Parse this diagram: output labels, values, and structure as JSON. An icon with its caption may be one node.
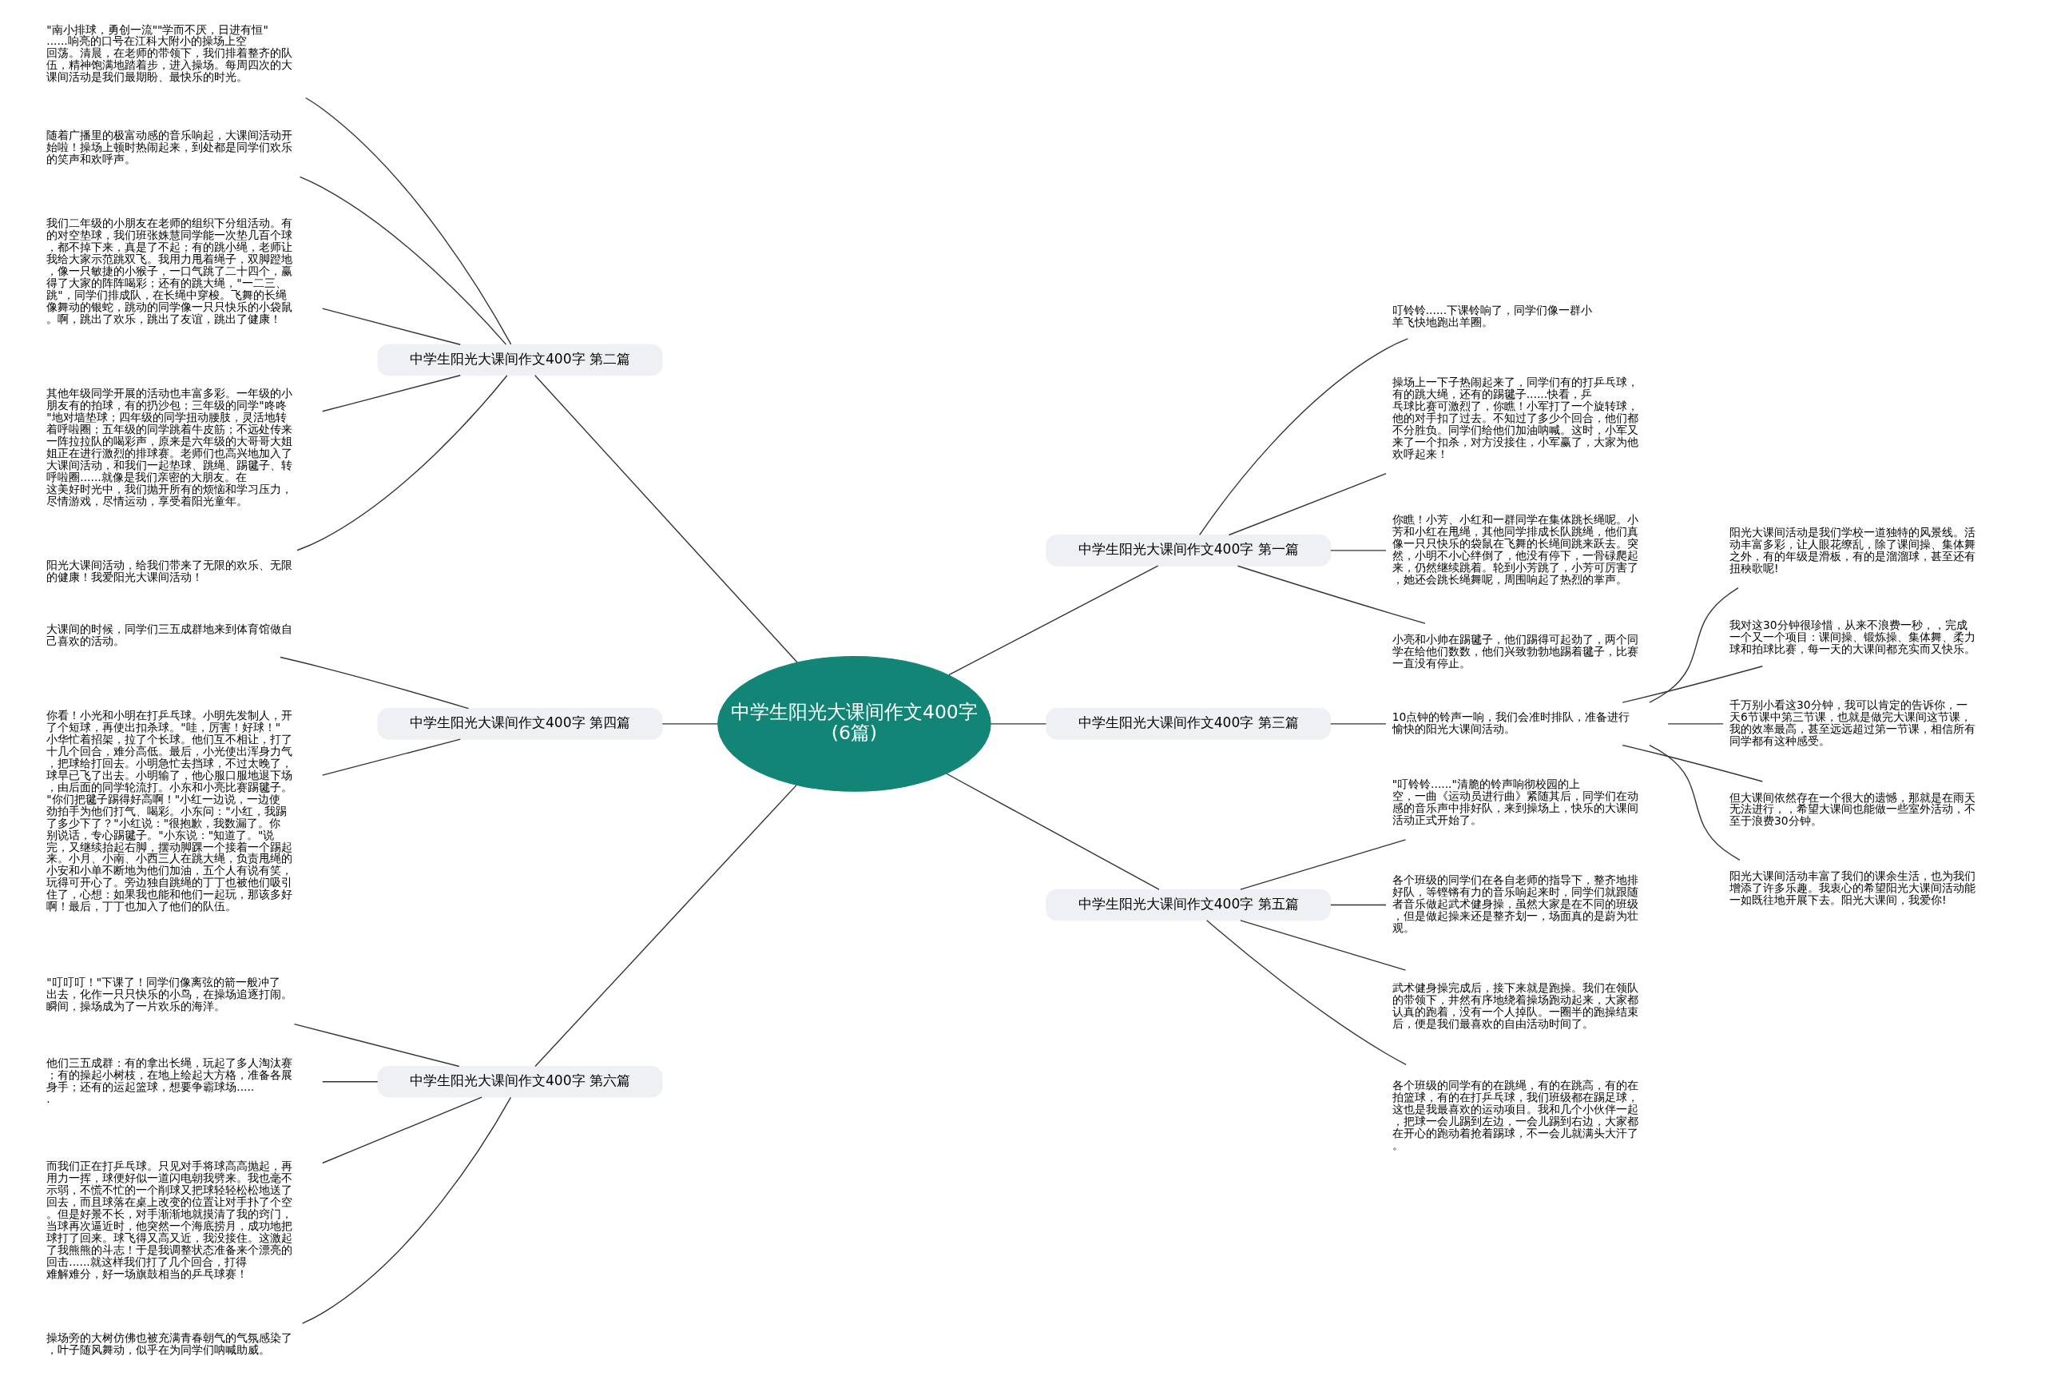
{
  "diagram": {
    "nodes": [
      {
        "text": [
          "中学生阳光大课间作文400字(6篇)"
        ]
      },
      {
        "text": [
          "中学生阳光大课间作文400字 第一篇"
        ]
      },
      {
        "text": [
          "叮铃铃......下课铃响了，同学们像一群小羊飞快地跑出羊圈。"
        ]
      },
      {
        "text": [
          "操场上一下子热闹起来了，同学们有的打乒乓球，有的跳大绳，还有的踢毽子......快看，乒乓球比赛可激烈了，你瞧！小军打了一个旋转球，他的对手扣了过去。不知过了多少个回合，他们都不分胜负。同学们给他们加油呐喊。这时，小军又来了一个扣杀，对方没接住，小军赢了，大家为他欢呼起来！"
        ]
      },
      {
        "text": [
          "你瞧！小芳、小红和一群同学在集体跳长绳呢。小芳和小红在甩绳，其他同学排成长队跳绳，他们真像一只只快乐的袋鼠在飞舞的长绳间跳来跃去。突然，小明不小心绊倒了，他没有停下，一骨碌爬起来，仍然继续跳着。轮到小芳跳了，小芳可厉害了，她还会跳长绳舞呢，周围响起了热烈的掌声。"
        ]
      },
      {
        "text": [
          "小亮和小帅在踢毽子，他们踢得可起劲了，两个同学在给他们数数，他们兴致勃勃地踢着毽子，比赛一直没有停止。"
        ]
      },
      {
        "text": [
          "中学生阳光大课间作文400字 第三篇"
        ]
      },
      {
        "text": [
          "10点钟的铃声一响，我们会准时排队，准备进行愉快的阳光大课间活动。"
        ]
      },
      {
        "text": [
          "阳光大课间活动是我们学校一道独特的风景线。活动丰富多彩，让人眼花缭乱，除了课间操、集体舞之外，有的年级是滑板，有的是溜溜球，甚至还有扭秧歌呢!"
        ]
      },
      {
        "text": [
          "我对这30分钟很珍惜，从来不浪费一秒，，完成一个又一个项目：课间操、锻炼操、集体舞、柔力球和拍球比赛，每一天的大课间都充实而又快乐。"
        ]
      },
      {
        "text": [
          "千万别小看这30分钟，我可以肯定的告诉你，一天6节课中第三节课，也就是做完大课间这节课，我的效率最高，甚至远远超过第一节课，相信所有同学都有这种感受。"
        ]
      },
      {
        "text": [
          "但大课间依然存在一个很大的遗憾，那就是在雨天无法进行，，希望大课间也能做一些室外活动，不至于浪费30分钟。"
        ]
      },
      {
        "text": [
          "阳光大课间活动丰富了我们的课余生活，也为我们增添了许多乐趣。我衷心的希望阳光大课间活动能一如既往地开展下去。阳光大课间，我爱你!"
        ]
      },
      {
        "text": [
          "中学生阳光大课间作文400字 第五篇"
        ]
      },
      {
        "text": [
          "\"叮铃铃......\"清脆的铃声响彻校园的上空，一曲《运动员进行曲》紧随其后，同学们在动感的音乐声中排好队，来到操场上，快乐的大课间活动正式开始了。"
        ]
      },
      {
        "text": [
          "各个班级的同学们在各自老师的指导下，整齐地排好队，等铿锵有力的音乐响起来时，同学们就跟随者音乐做起武术健身操，虽然大家是在不同的班级，但是做起操来还是整齐划一，场面真的是蔚为壮观。"
        ]
      },
      {
        "text": [
          "武术健身操完成后，接下来就是跑操。我们在领队的带领下，井然有序地绕着操场跑动起来，大家都认真的跑着，没有一个人掉队。一圈半的跑操结束后，便是我们最喜欢的自由活动时间了。"
        ]
      },
      {
        "text": [
          "各个班级的同学有的在跳绳，有的在跳高，有的在拍篮球，有的在打乒乓球，我们班级都在踢足球，这也是我最喜欢的运动项目。我和几个小伙伴一起，把球一会儿踢到左边，一会儿踢到右边，大家都在开心的跑动着抢着踢球，不一会儿就满头大汗了。"
        ]
      },
      {
        "text": [
          "中学生阳光大课间作文400字 第二篇"
        ]
      },
      {
        "text": [
          "\"南小排球，勇创一流\"\"学而不厌，日进有恒\"......响亮的口号在江科大附小的操场上空回荡。清晨，在老师的带领下，我们排着整齐的队伍，精神饱满地踏着步，进入操场。每周四次的大课间活动是我们最期盼、最快乐的时光。"
        ]
      },
      {
        "text": [
          "随着广播里的极富动感的音乐响起，大课间活动开始啦！操场上顿时热闹起来，到处都是同学们欢乐的笑声和欢呼声。"
        ]
      },
      {
        "text": [
          "我们二年级的小朋友在老师的组织下分组活动。有的对空垫球，我们班张姝慧同学能一次垫几百个球，都不掉下来，真是了不起；有的跳小绳，老师让我给大家示范跳双飞。我用力甩着绳子，双脚蹬地，像一只敏捷的小猴子，一口气跳了二十四个，赢得了大家的阵阵喝彩；还有的跳大绳，\"一二三、跳\"，同学们排成队，在长绳中穿梭。飞舞的长绳像舞动的银蛇，跳动的同学像一只只快乐的小袋鼠。啊，跳出了欢乐，跳出了友谊，跳出了健康！"
        ]
      },
      {
        "text": [
          "其他年级同学开展的活动也丰富多彩。一年级的小朋友有的拍球，有的扔沙包；三年级的同学\"咚咚\"地对墙垫球；四年级的同学扭动腰肢，灵活地转着呼啦圈；五年级的同学跳着牛皮筋；不远处传来一阵拉拉队的喝彩声，原来是六年级的大哥哥大姐姐正在进行激烈的排球赛。老师们也高兴地加入了大课间活动，和我们一起垫球、跳绳、踢毽子、转呼啦圈......就像是我们亲密的大朋友。在这美好时光中，我们抛开所有的烦恼和学习压力，尽情游戏，尽情运动，享受着阳光童年。"
        ]
      },
      {
        "text": [
          "阳光大课间活动，给我们带来了无限的欢乐、无限的健康！我爱阳光大课间活动！"
        ]
      },
      {
        "text": [
          "中学生阳光大课间作文400字 第四篇"
        ]
      },
      {
        "text": [
          "大课间的时候，同学们三五成群地来到体育馆做自己喜欢的活动。"
        ]
      },
      {
        "text": [
          "你看！小光和小明在打乒乓球。小明先发制人，开了个短球，再使出扣杀球。\"哇，厉害！好球！\"小华忙着招架，拉了个长球。他们互不相让，打了十几个回合，难分高低。最后，小光使出浑身力气，把球给打回去。小明急忙去挡球，不过太晚了，球早已飞了出去。小明输了，他心服口服地退下场，由后面的同学轮流打。小东和小亮比赛踢毽子。\"你们把毽子踢得好高啊！\"小红一边说，一边使劲拍手为他们打气、喝彩。小东问：\"小红，我踢了多少下了？\"小红说：\"很抱歉，我数漏了。你别说话，专心踢毽子。\"小东说：\"知道了。\"说完，又继续抬起右脚，摆动脚踝一个接着一个踢起来。小月、小南、小西三人在跳大绳，负责甩绳的小安和小单不断地为他们加油，五个人有说有笑，玩得可开心了。旁边独自跳绳的丁丁也被他们吸引住了，心想：如果我也能和他们一起玩，那该多好啊！最后，丁丁也加入了他们的队伍。"
        ]
      },
      {
        "text": [
          "中学生阳光大课间作文400字 第六篇"
        ]
      },
      {
        "text": [
          "\"叮叮叮！\"下课了！同学们像离弦的箭一般冲了出去，化作一只只快乐的小鸟，在操场追逐打闹。瞬间，操场成为了一片欢乐的海洋。"
        ]
      },
      {
        "text": [
          "他们三五成群：有的拿出长绳，玩起了多人淘汰赛；有的操起小树枝，在地上绘起大方格，准备各展身手；还有的运起篮球，想要争霸球场......"
        ]
      },
      {
        "text": [
          "而我们正在打乒乓球。只见对手将球高高抛起，再用力一挥，球便好似一道闪电朝我劈来。我也毫不示弱，不慌不忙的一个削球又把球轻轻松松地送了回去，而且球落在桌上改变的位置让对手扑了个空。但是好景不长，对手渐渐地就摸清了我的窍门，当球再次逼近时，他突然一个海底捞月，成功地把球打了回来。球飞得又高又近，我没接住。这激起了我熊熊的斗志！于是我调整状态准备来个漂亮的回击......就这样我们打了几个回合，打得难解难分，好一场旗鼓相当的乒乓球赛！"
        ]
      },
      {
        "text": [
          "操场旁的大树仿佛也被充满青春朝气的气氛感染了，叶子随风舞动，似乎在为同学们呐喊助威。"
        ]
      }
    ],
    "edges": [
      {
        "from": 0,
        "to": 1,
        "arrow": "none"
      },
      {
        "from": 1,
        "to": 2,
        "arrow": "none"
      },
      {
        "from": 1,
        "to": 3,
        "arrow": "none"
      },
      {
        "from": 1,
        "to": 4,
        "arrow": "none"
      },
      {
        "from": 1,
        "to": 5,
        "arrow": "none"
      },
      {
        "from": 0,
        "to": 6,
        "arrow": "none"
      },
      {
        "from": 6,
        "to": 7,
        "arrow": "none"
      },
      {
        "from": 7,
        "to": 8,
        "arrow": "none"
      },
      {
        "from": 7,
        "to": 9,
        "arrow": "none"
      },
      {
        "from": 7,
        "to": 10,
        "arrow": "none"
      },
      {
        "from": 7,
        "to": 11,
        "arrow": "none"
      },
      {
        "from": 7,
        "to": 12,
        "arrow": "none"
      },
      {
        "from": 0,
        "to": 13,
        "arrow": "none"
      },
      {
        "from": 13,
        "to": 14,
        "arrow": "none"
      },
      {
        "from": 13,
        "to": 15,
        "arrow": "none"
      },
      {
        "from": 13,
        "to": 16,
        "arrow": "none"
      },
      {
        "from": 13,
        "to": 17,
        "arrow": "none"
      },
      {
        "from": 0,
        "to": 18,
        "arrow": "none"
      },
      {
        "from": 18,
        "to": 19,
        "arrow": "none"
      },
      {
        "from": 18,
        "to": 20,
        "arrow": "none"
      },
      {
        "from": 18,
        "to": 21,
        "arrow": "none"
      },
      {
        "from": 18,
        "to": 22,
        "arrow": "none"
      },
      {
        "from": 18,
        "to": 23,
        "arrow": "none"
      },
      {
        "from": 0,
        "to": 24,
        "arrow": "none"
      },
      {
        "from": 24,
        "to": 25,
        "arrow": "none"
      },
      {
        "from": 24,
        "to": 26,
        "arrow": "none"
      },
      {
        "from": 0,
        "to": 27,
        "arrow": "none"
      },
      {
        "from": 27,
        "to": 28,
        "arrow": "none"
      },
      {
        "from": 27,
        "to": 29,
        "arrow": "none"
      },
      {
        "from": 27,
        "to": 30,
        "arrow": "none"
      },
      {
        "from": 27,
        "to": 31,
        "arrow": "none"
      }
    ]
  }
}
